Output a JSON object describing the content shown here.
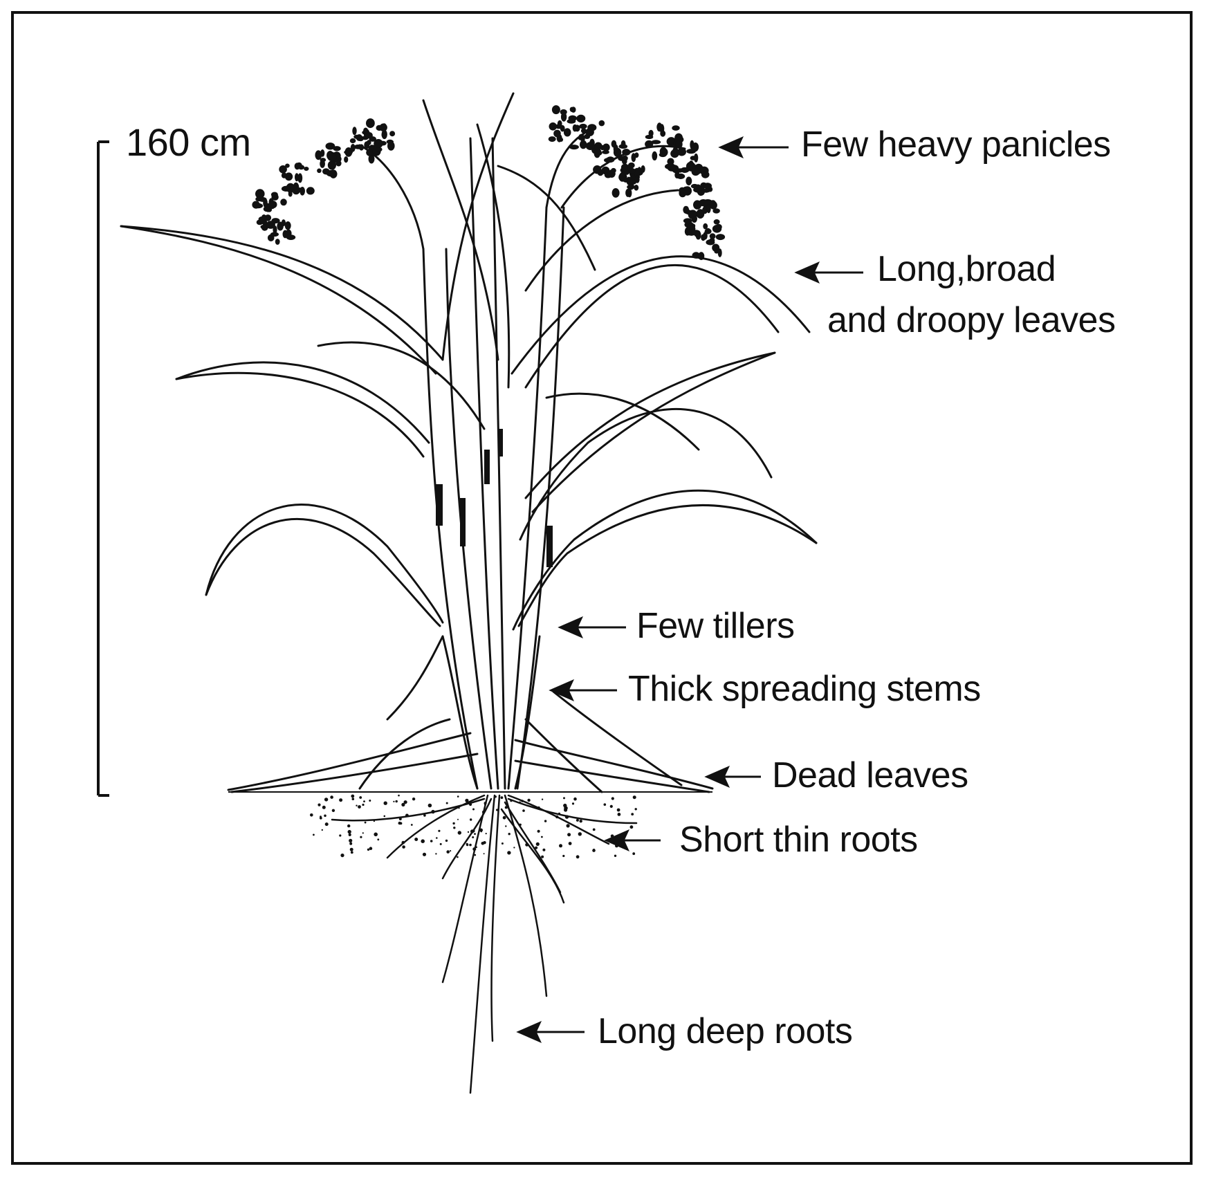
{
  "scale": {
    "label": "160 cm"
  },
  "labels": {
    "panicles": "Few heavy panicles",
    "leaves_line1": "Long,broad",
    "leaves_line2": "and droopy leaves",
    "tillers": "Few tillers",
    "stems": "Thick spreading stems",
    "dead_leaves": "Dead leaves",
    "short_roots": "Short thin roots",
    "deep_roots": "Long deep roots"
  },
  "colors": {
    "ink": "#111111",
    "paper": "#ffffff"
  }
}
